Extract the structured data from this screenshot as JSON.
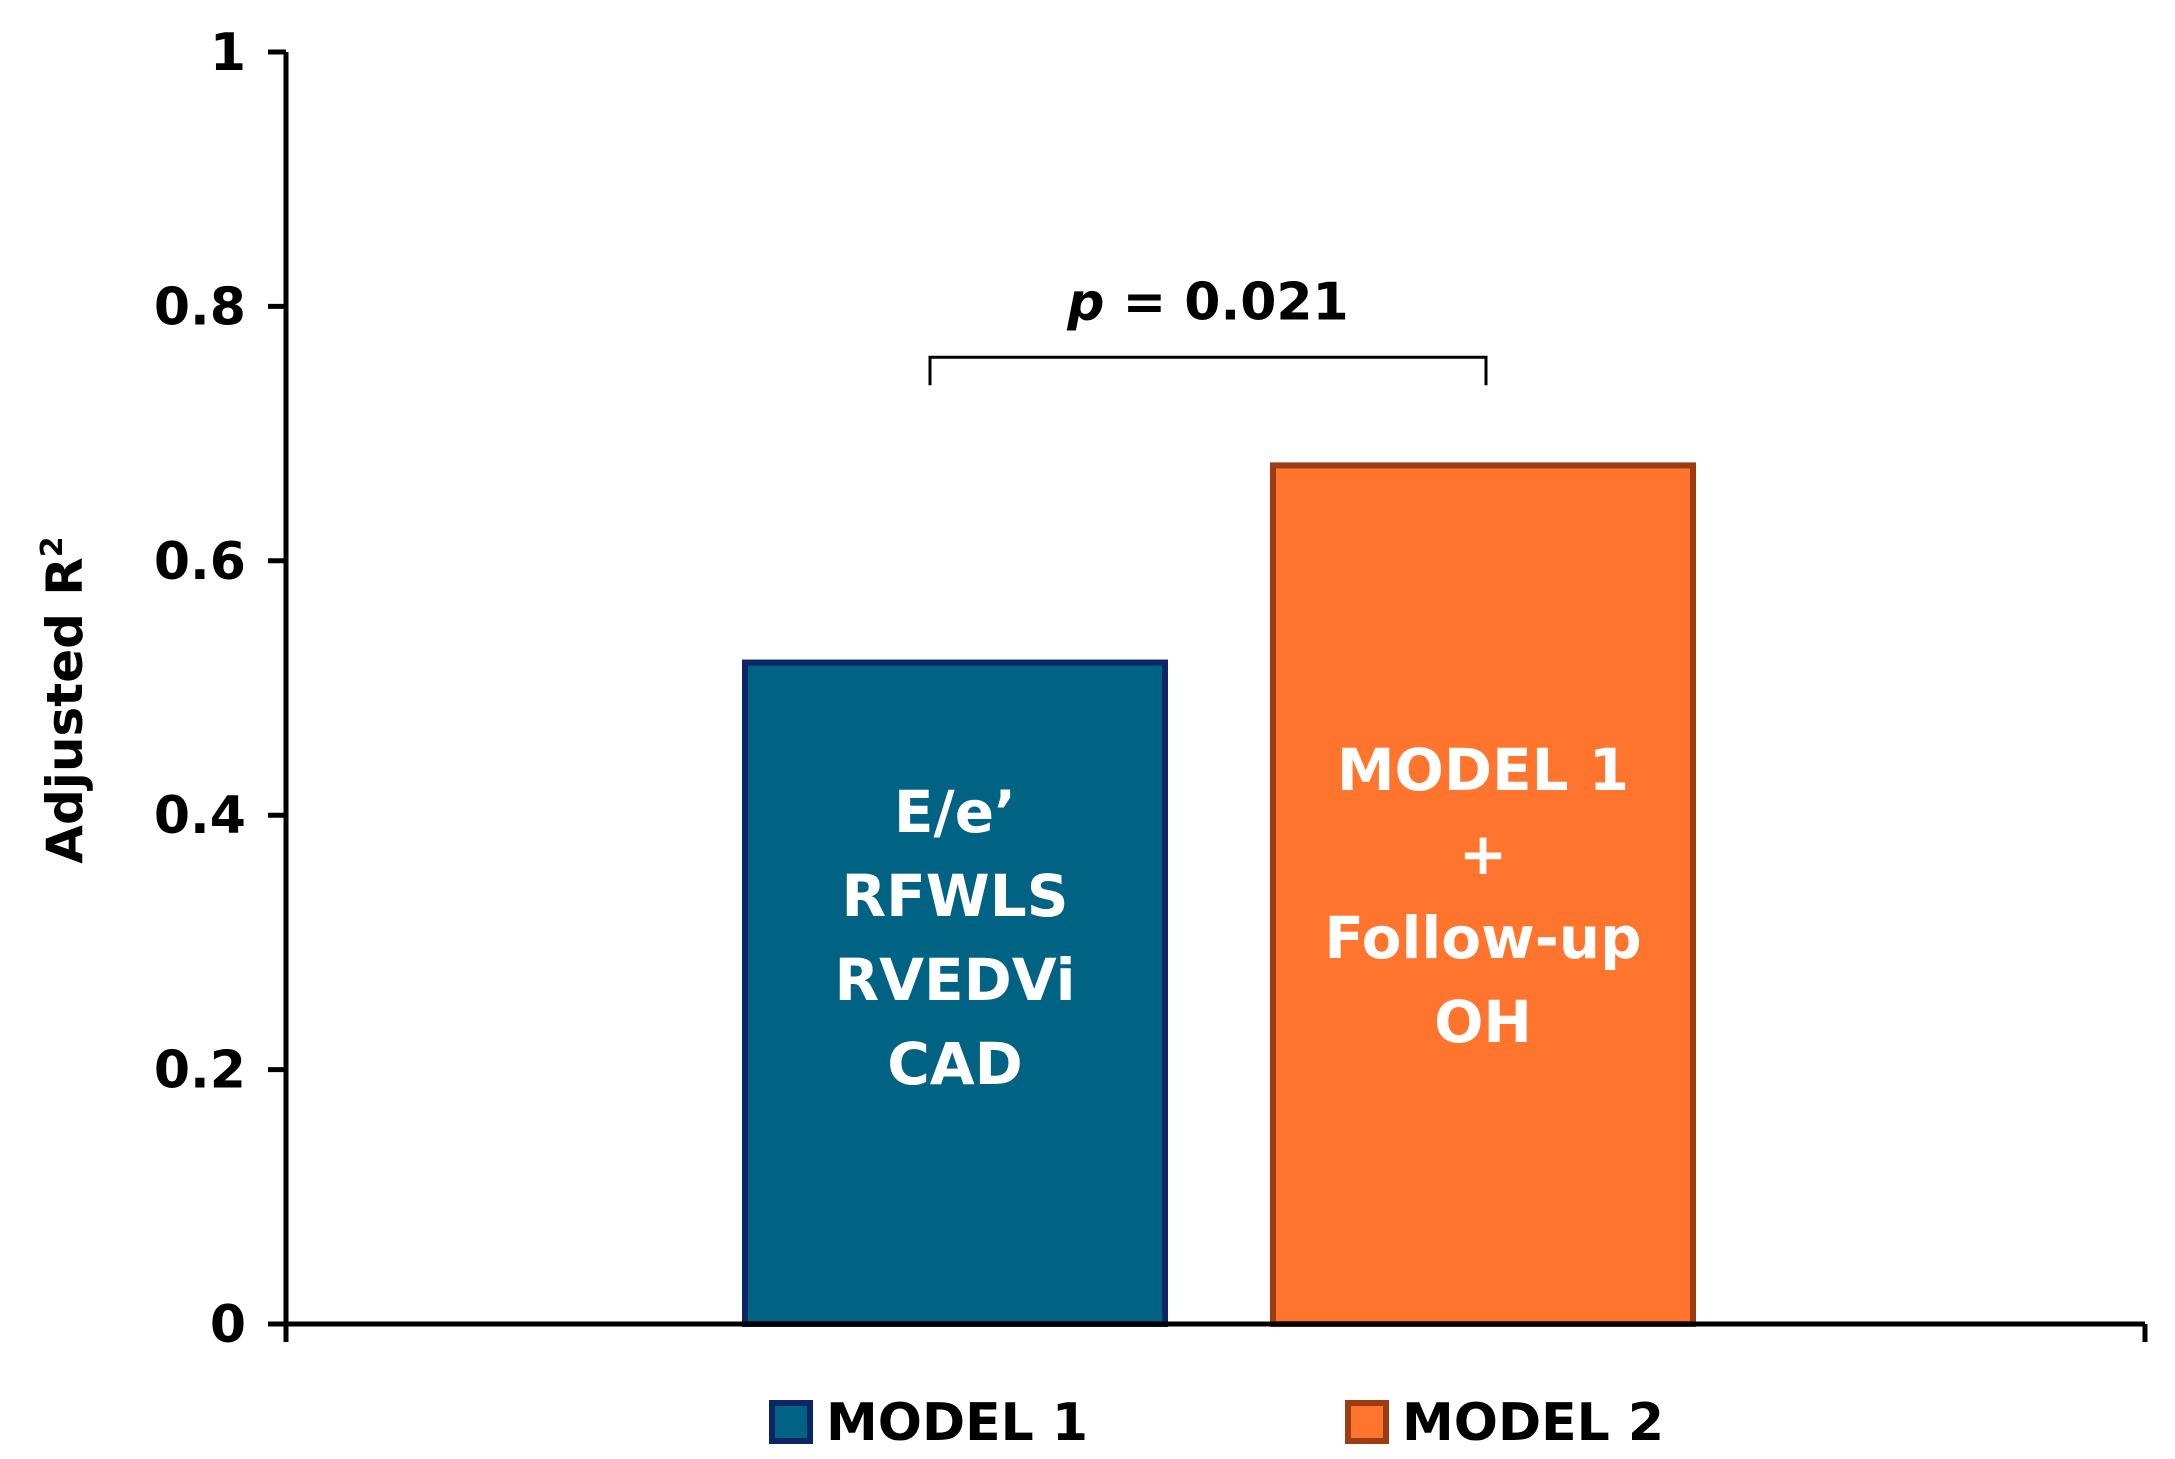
{
  "chart_data": {
    "type": "bar",
    "ylabel_main": "Adjusted R",
    "ylabel_sup": "2",
    "ylim": [
      0,
      1
    ],
    "yticks": [
      "0",
      "0.2",
      "0.4",
      "0.6",
      "0.8",
      "1"
    ],
    "series": [
      {
        "name": "MODEL 1",
        "value": 0.52,
        "fill": "#006384",
        "stroke": "#0c2566",
        "bar_text": [
          "E/e’",
          "RFWLS",
          "RVEDVi",
          "CAD"
        ]
      },
      {
        "name": "MODEL 2",
        "value": 0.675,
        "fill": "#ff752d",
        "stroke": "#9c3c12",
        "bar_text": [
          "MODEL 1",
          "+",
          "Follow-up",
          "OH"
        ]
      }
    ],
    "annotation": {
      "p_symbol": "p",
      "p_rest": " = 0.021",
      "bracket_y": 0.76
    }
  }
}
